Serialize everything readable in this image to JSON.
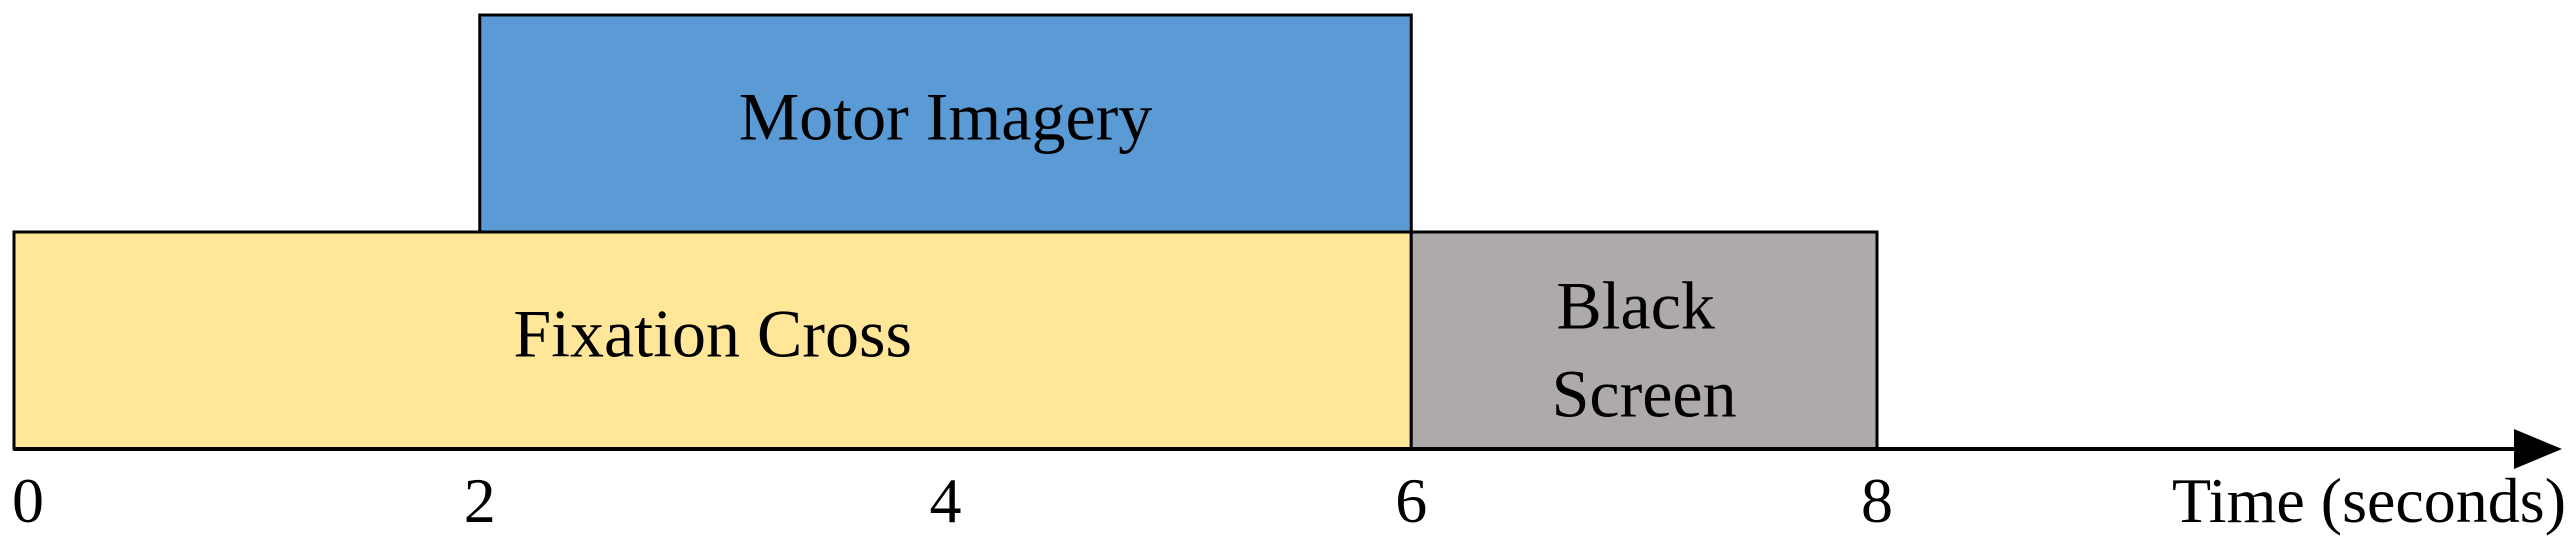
{
  "blocks": [
    {
      "id": "motor",
      "label_lines": [
        "Motor Imagery"
      ],
      "start": 2,
      "end": 6,
      "row": "top",
      "color": "#5B9BD5"
    },
    {
      "id": "fixation",
      "label_lines": [
        "Fixation Cross"
      ],
      "start": 0,
      "end": 6,
      "row": "bottom",
      "color": "#FFE699"
    },
    {
      "id": "black",
      "label_lines": [
        "Black",
        "Screen"
      ],
      "start": 6,
      "end": 8,
      "row": "bottom",
      "color": "#AEAAAA"
    }
  ],
  "axis": {
    "label": "Time (seconds)",
    "ticks": [
      "0",
      "2",
      "4",
      "6",
      "8"
    ],
    "min": 0,
    "max": 8
  },
  "colors": {
    "outline": "#000000",
    "axis": "#000000"
  }
}
